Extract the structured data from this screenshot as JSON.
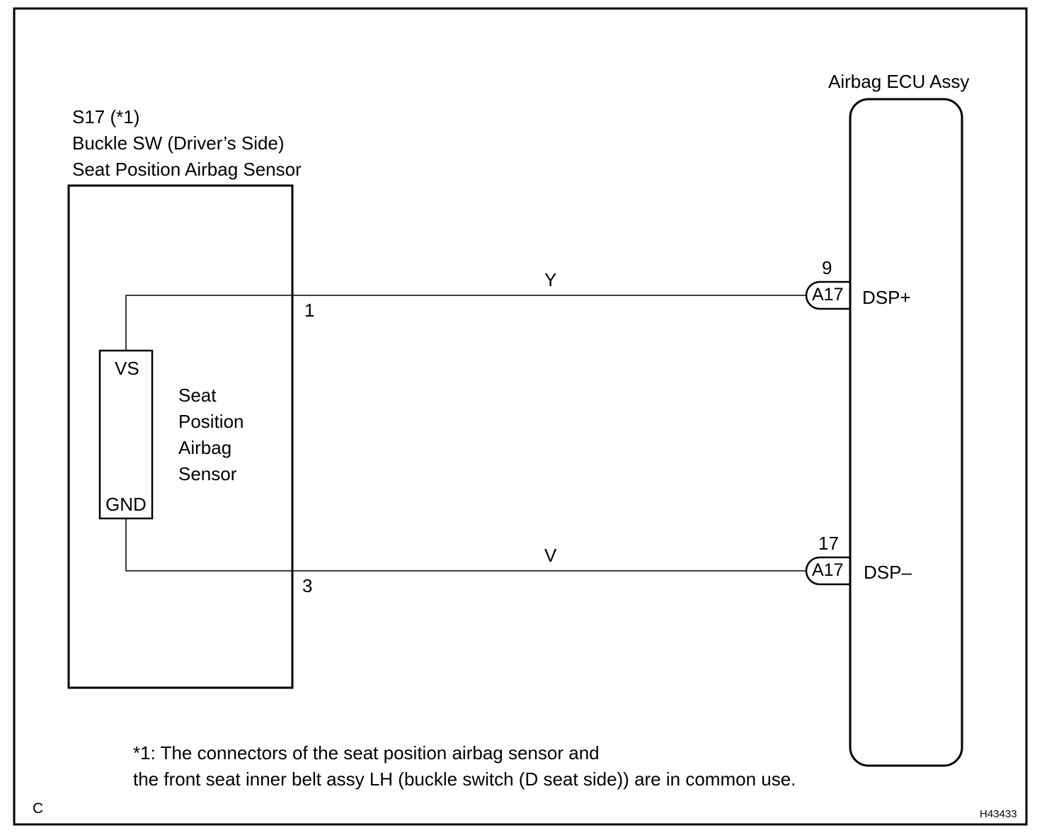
{
  "sensor": {
    "connector": "S17 (*1)",
    "title_line2": "Buckle SW (Driver’s Side)",
    "title_line3": "Seat Position Airbag Sensor",
    "inner_label": [
      "Seat",
      "Position",
      "Airbag",
      "Sensor"
    ],
    "pin_vs": "VS",
    "pin_gnd": "GND",
    "pin1": "1",
    "pin3": "3"
  },
  "ecu": {
    "title": "Airbag ECU Assy",
    "pin9": "9",
    "pin17": "17",
    "connector_top": "A17",
    "connector_bottom": "A17",
    "signal_top": "DSP+",
    "signal_bottom": "DSP–"
  },
  "wires": {
    "top_color": "Y",
    "bottom_color": "V"
  },
  "footnote": {
    "line1": "*1: The connectors of the seat position airbag sensor and",
    "line2": "the front seat inner belt assy LH (buckle switch (D seat side)) are in common use."
  },
  "corner_letter": "C",
  "figure_id": "H43433"
}
